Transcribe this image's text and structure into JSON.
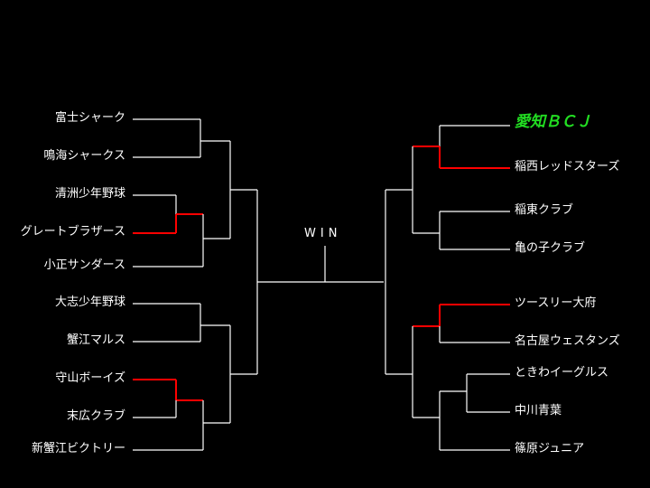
{
  "title": "WIN",
  "left_teams": [
    "富士シャーク",
    "鳴海シャークス",
    "清洲少年野球",
    "グレートブラザース",
    "小正サンダース",
    "大志少年野球",
    "蟹江マルス",
    "守山ボーイズ",
    "末広クラブ",
    "新蟹江ビクトリー"
  ],
  "right_teams": [
    "愛知ＢＣＪ",
    "稲西レッドスターズ",
    "稲東クラブ",
    "亀の子クラブ",
    "ツースリー大府",
    "名古屋ウェスタンズ",
    "ときわイーグルス",
    "中川青葉",
    "篠原ジュニア"
  ],
  "colors": {
    "line": "#ffffff",
    "advance": "#ff0000",
    "champion": "#22dd22"
  }
}
